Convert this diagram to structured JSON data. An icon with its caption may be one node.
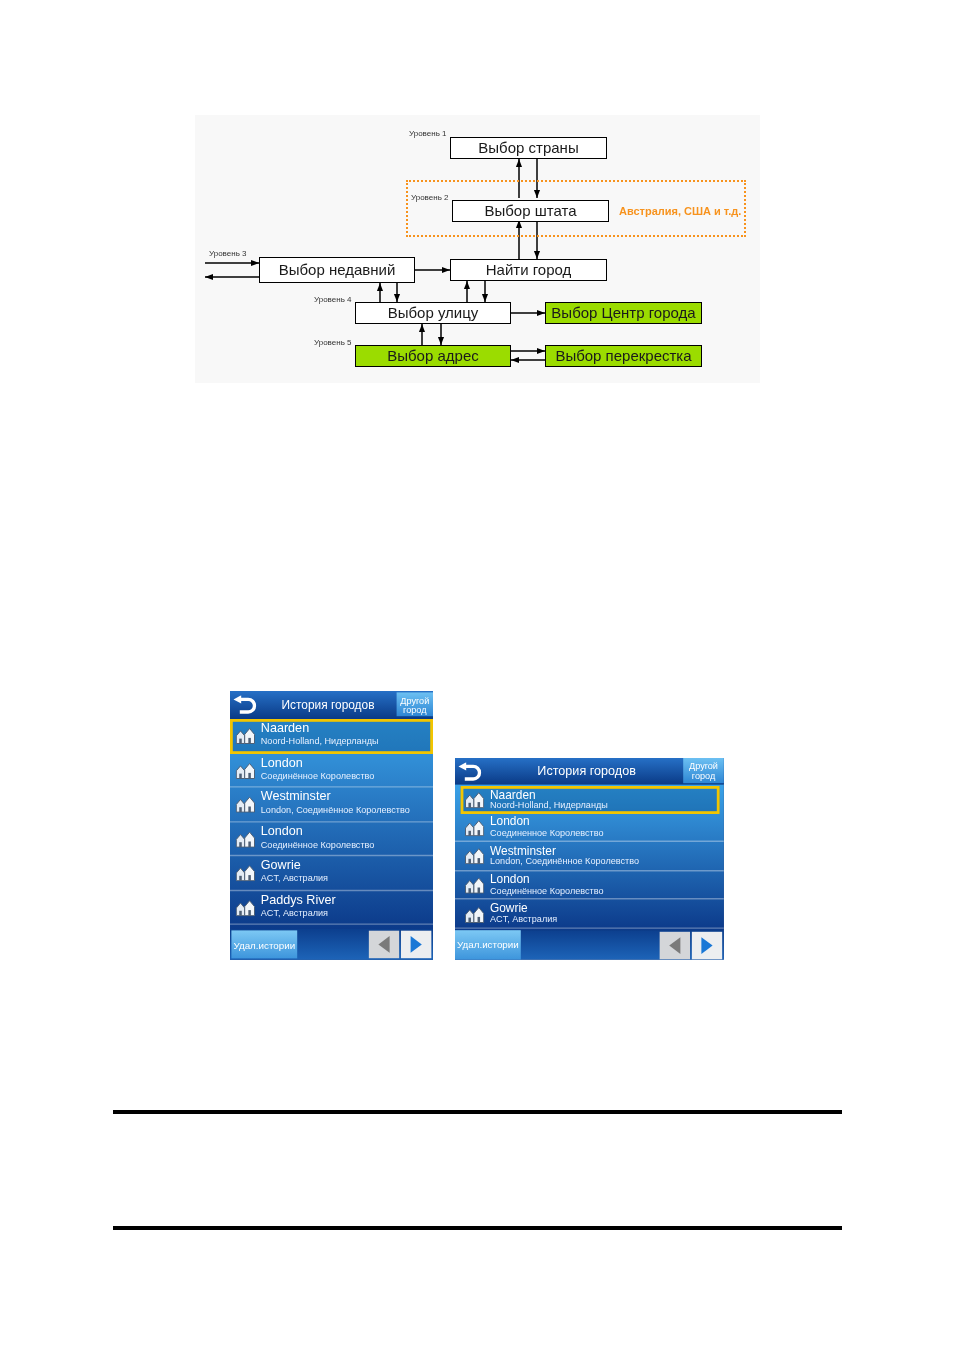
{
  "diagram": {
    "nodes": [
      {
        "text": [
          "Выбор страны"
        ],
        "beside": [
          "Уровень 1"
        ]
      },
      {
        "text": [
          "Австралия, США и т.д."
        ]
      },
      {
        "text": [
          "Выбор штата"
        ],
        "in": 1,
        "beside": [
          "Уровень 2"
        ]
      },
      {
        "text": [
          "Выбор недавний"
        ],
        "beside": [
          "Уровень 3"
        ]
      },
      {
        "text": [
          "Найти город"
        ]
      },
      {
        "text": [
          "Выбор улицу"
        ],
        "beside": [
          "Уровень 4"
        ]
      },
      {
        "text": [
          "Выбор Центр города"
        ]
      },
      {
        "text": [
          "Выбор адрес"
        ],
        "beside": [
          "Уровень 5"
        ]
      },
      {
        "text": [
          "Выбор перекрестка"
        ]
      }
    ],
    "edges": [
      {
        "from": 2,
        "to": 0,
        "arrow": "to"
      },
      {
        "from": 0,
        "to": 2,
        "arrow": "to"
      },
      {
        "from": 4,
        "to": 2,
        "arrow": "to"
      },
      {
        "from": 2,
        "to": 4,
        "arrow": "to"
      },
      {
        "from": null,
        "to": 3,
        "arrow": "to"
      },
      {
        "from": 3,
        "to": null,
        "arrow": "to"
      },
      {
        "from": 3,
        "to": 4,
        "arrow": "to"
      },
      {
        "from": 5,
        "to": 3,
        "arrow": "to"
      },
      {
        "from": 3,
        "to": 5,
        "arrow": "to"
      },
      {
        "from": 5,
        "to": 4,
        "arrow": "to"
      },
      {
        "from": 4,
        "to": 5,
        "arrow": "to"
      },
      {
        "from": 5,
        "to": 6,
        "arrow": "to"
      },
      {
        "from": 7,
        "to": 5,
        "arrow": "to"
      },
      {
        "from": 5,
        "to": 7,
        "arrow": "to"
      },
      {
        "from": 7,
        "to": 8,
        "arrow": "to"
      },
      {
        "from": 8,
        "to": 7,
        "arrow": "to"
      }
    ],
    "labels": [
      "История городов",
      "Другой город",
      "Naarden",
      "Noord-Holland, Нидерланды",
      "London",
      "Соединённое Королевство",
      "Westminster",
      "London, Соединённое Королевство",
      "London",
      "Соединённое Королевство",
      "Gowrie",
      "ACT, Австралия",
      "Paddys River",
      "ACT, Австралия",
      "Удал.истории",
      "История городов",
      "Другой город",
      "Naarden",
      "Noord-Holland, Нидерланды",
      "London",
      "Соединенное Королевство",
      "Westminster",
      "London, Соединённое Королевство",
      "London",
      "Соединённое Королевство",
      "Gowrie",
      "ACT, Австралия",
      "Удал.истории"
    ]
  }
}
